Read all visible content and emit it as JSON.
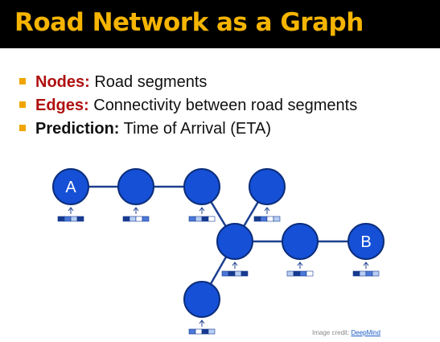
{
  "slide": {
    "title": "Road Network as a Graph",
    "bullets": [
      {
        "term": "Nodes:",
        "text": " Road segments",
        "term_color": "#b01010"
      },
      {
        "term": "Edges:",
        "text": " Connectivity between road segments",
        "term_color": "#b01010"
      },
      {
        "term": "Prediction:",
        "text": " Time of Arrival (ETA)",
        "term_color": "#111111"
      }
    ],
    "credit": {
      "prefix": "Image credit: ",
      "link": "DeepMind"
    }
  },
  "graph": {
    "node_color": "#1550d6",
    "node_stroke": "#0b2d7a",
    "edge_color": "#1c3f8f",
    "feature_colors": [
      "#163a8f",
      "#4a78d8",
      "#b7cdf2",
      "#ffffff"
    ],
    "nodes": [
      {
        "label": "A"
      },
      {
        "label": ""
      },
      {
        "label": ""
      },
      {
        "label": ""
      },
      {
        "label": ""
      },
      {
        "label": ""
      },
      {
        "label": "B"
      },
      {
        "label": ""
      }
    ]
  }
}
